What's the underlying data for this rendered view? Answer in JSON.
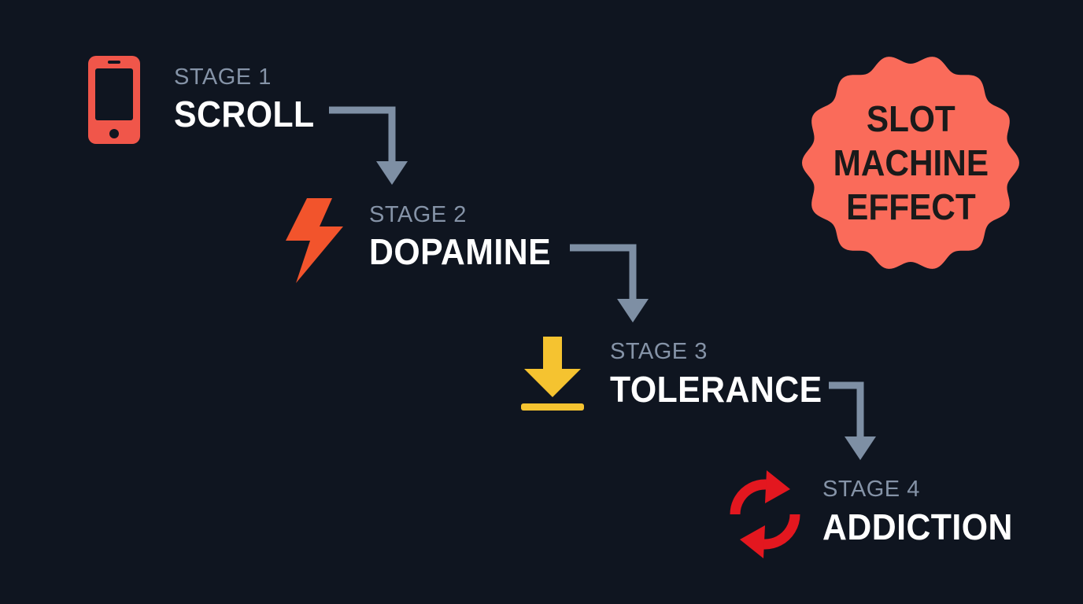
{
  "stages": [
    {
      "label": "STAGE 1",
      "title": "SCROLL",
      "icon": "phone-icon",
      "color": "#f0564a"
    },
    {
      "label": "STAGE 2",
      "title": "DOPAMINE",
      "icon": "lightning-icon",
      "color": "#f2542c"
    },
    {
      "label": "STAGE 3",
      "title": "TOLERANCE",
      "icon": "download-arrow-icon",
      "color": "#f5c330"
    },
    {
      "label": "STAGE 4",
      "title": "ADDICTION",
      "icon": "refresh-cycle-icon",
      "color": "#e3171f"
    }
  ],
  "badge": {
    "lines": [
      "SLOT",
      "MACHINE",
      "EFFECT"
    ],
    "color": "#fa6b5a"
  },
  "colors": {
    "background": "#0f1520",
    "connector": "#7e8fa4",
    "stage_label": "#8593a7",
    "stage_title": "#ffffff"
  }
}
